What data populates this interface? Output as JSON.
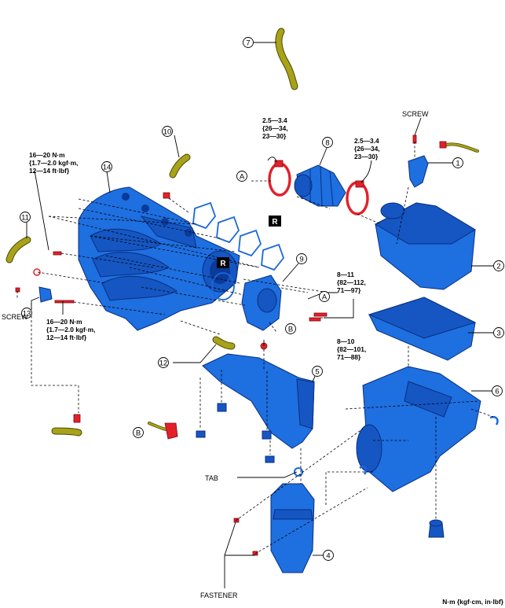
{
  "part_numbers": [
    "1",
    "2",
    "3",
    "4",
    "5",
    "6",
    "7",
    "8",
    "9",
    "10",
    "11",
    "12",
    "13",
    "14"
  ],
  "callouts": {
    "A": "A",
    "B": "B",
    "R": "R"
  },
  "labels": {
    "screw_top": "SCREW",
    "screw_left": "SCREW",
    "tab": "TAB",
    "fastener": "FASTENER",
    "units": "N·m {kgf·cm, in·lbf}"
  },
  "torques": {
    "manifold_upper": [
      "16—20 N·m",
      "{1.7—2.0 kgf·m,",
      "12—14 ft·lbf}"
    ],
    "manifold_lower": [
      "16—20 N·m",
      "{1.7—2.0 kgf·m,",
      "12—14 ft·lbf}"
    ],
    "clamp_left": [
      "2.5—3.4",
      "{26—34,",
      "23—30}"
    ],
    "clamp_right": [
      "2.5—3.4",
      "{26—34,",
      "23—30}"
    ],
    "throttle_body": [
      "8—11",
      "{82—112,",
      "71—97}"
    ],
    "bracket": [
      "8—10",
      "{82—101,",
      "71—88}"
    ]
  },
  "colors": {
    "part": "#1e6fe0",
    "hose": "#a8a219",
    "clamp": "#e3202a"
  }
}
